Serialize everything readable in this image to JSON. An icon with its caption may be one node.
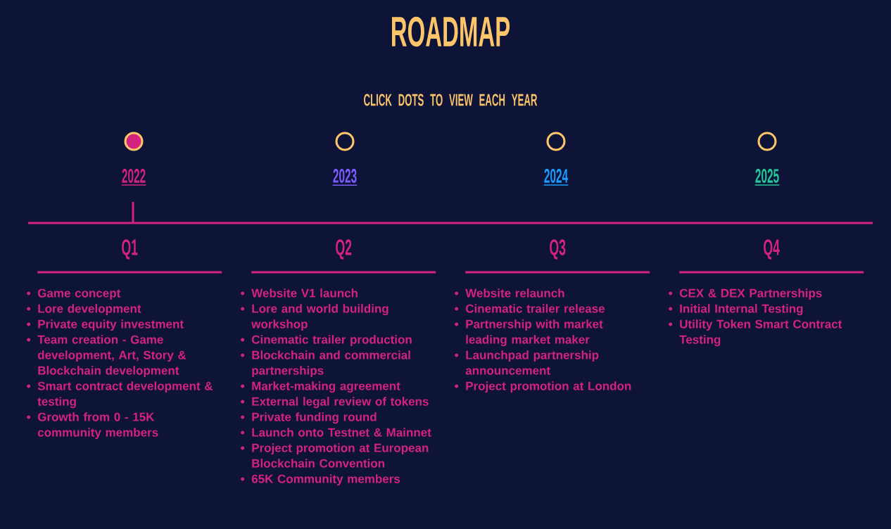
{
  "diagram": {
    "title": "ROADMAP",
    "nodes": [
      {
        "text": [],
        "shape": "circle",
        "beside": [
          "2022"
        ]
      },
      {
        "text": [],
        "shape": "circle",
        "beside": [
          "2023"
        ]
      },
      {
        "text": [],
        "shape": "circle",
        "beside": [
          "2024"
        ]
      },
      {
        "text": [],
        "shape": "circle",
        "beside": [
          "2025"
        ]
      },
      {
        "text": [
          "Q1",
          "Game concept",
          "Lore development",
          "Private equity investment",
          "Team creation - Game development, Art, Story & Blockchain development",
          "Smart contract development & testing",
          "Growth from 0 - 15K community members"
        ]
      },
      {
        "text": [
          "Q2",
          "Website V1 launch",
          "Lore and world building workshop",
          "Cinematic trailer production",
          "Blockchain and commercial partnerships",
          "Market-making agreement",
          "External legal review of tokens",
          "Private funding round",
          "Launch onto Testnet & Mainnet",
          "Project promotion at European Blockchain Convention",
          "65K Community members"
        ]
      },
      {
        "text": [
          "Q3",
          "Website relaunch",
          "Cinematic trailer release",
          "Partnership with market leading market maker",
          "Launchpad partnership announcement",
          "Project promotion at London"
        ]
      },
      {
        "text": [
          "Q4",
          "CEX & DEX Partnerships",
          "Initial Internal Testing",
          "Utility Token Smart Contract Testing"
        ]
      }
    ],
    "labels": [
      "CLICK DOTS TO VIEW EACH YEAR"
    ]
  }
}
